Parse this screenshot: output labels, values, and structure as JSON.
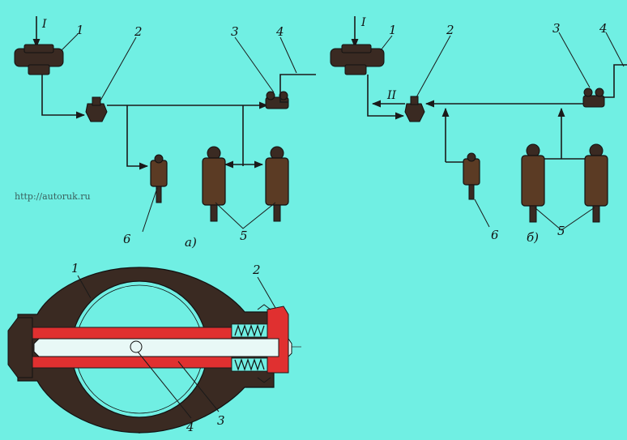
{
  "watermark": "http://autoruk.ru",
  "diagram_a": {
    "caption": "а)",
    "inlet_roman": "I",
    "callouts": {
      "n1": "1",
      "n2": "2",
      "n3": "3",
      "n4": "4",
      "n5": "5",
      "n6": "6"
    }
  },
  "diagram_b": {
    "caption": "б)",
    "inlet_roman": "I",
    "outlet_roman": "II",
    "callouts": {
      "n1": "1",
      "n2": "2",
      "n3": "3",
      "n4": "4",
      "n5": "5",
      "n6": "6"
    }
  },
  "valve_section": {
    "callouts": {
      "n1": "1",
      "n2": "2",
      "n3": "3",
      "n4": "4"
    }
  },
  "colors": {
    "background": "#70efe3",
    "body": "#3a2a22",
    "section": "#e03030",
    "cylinder": "#5b3b24"
  }
}
